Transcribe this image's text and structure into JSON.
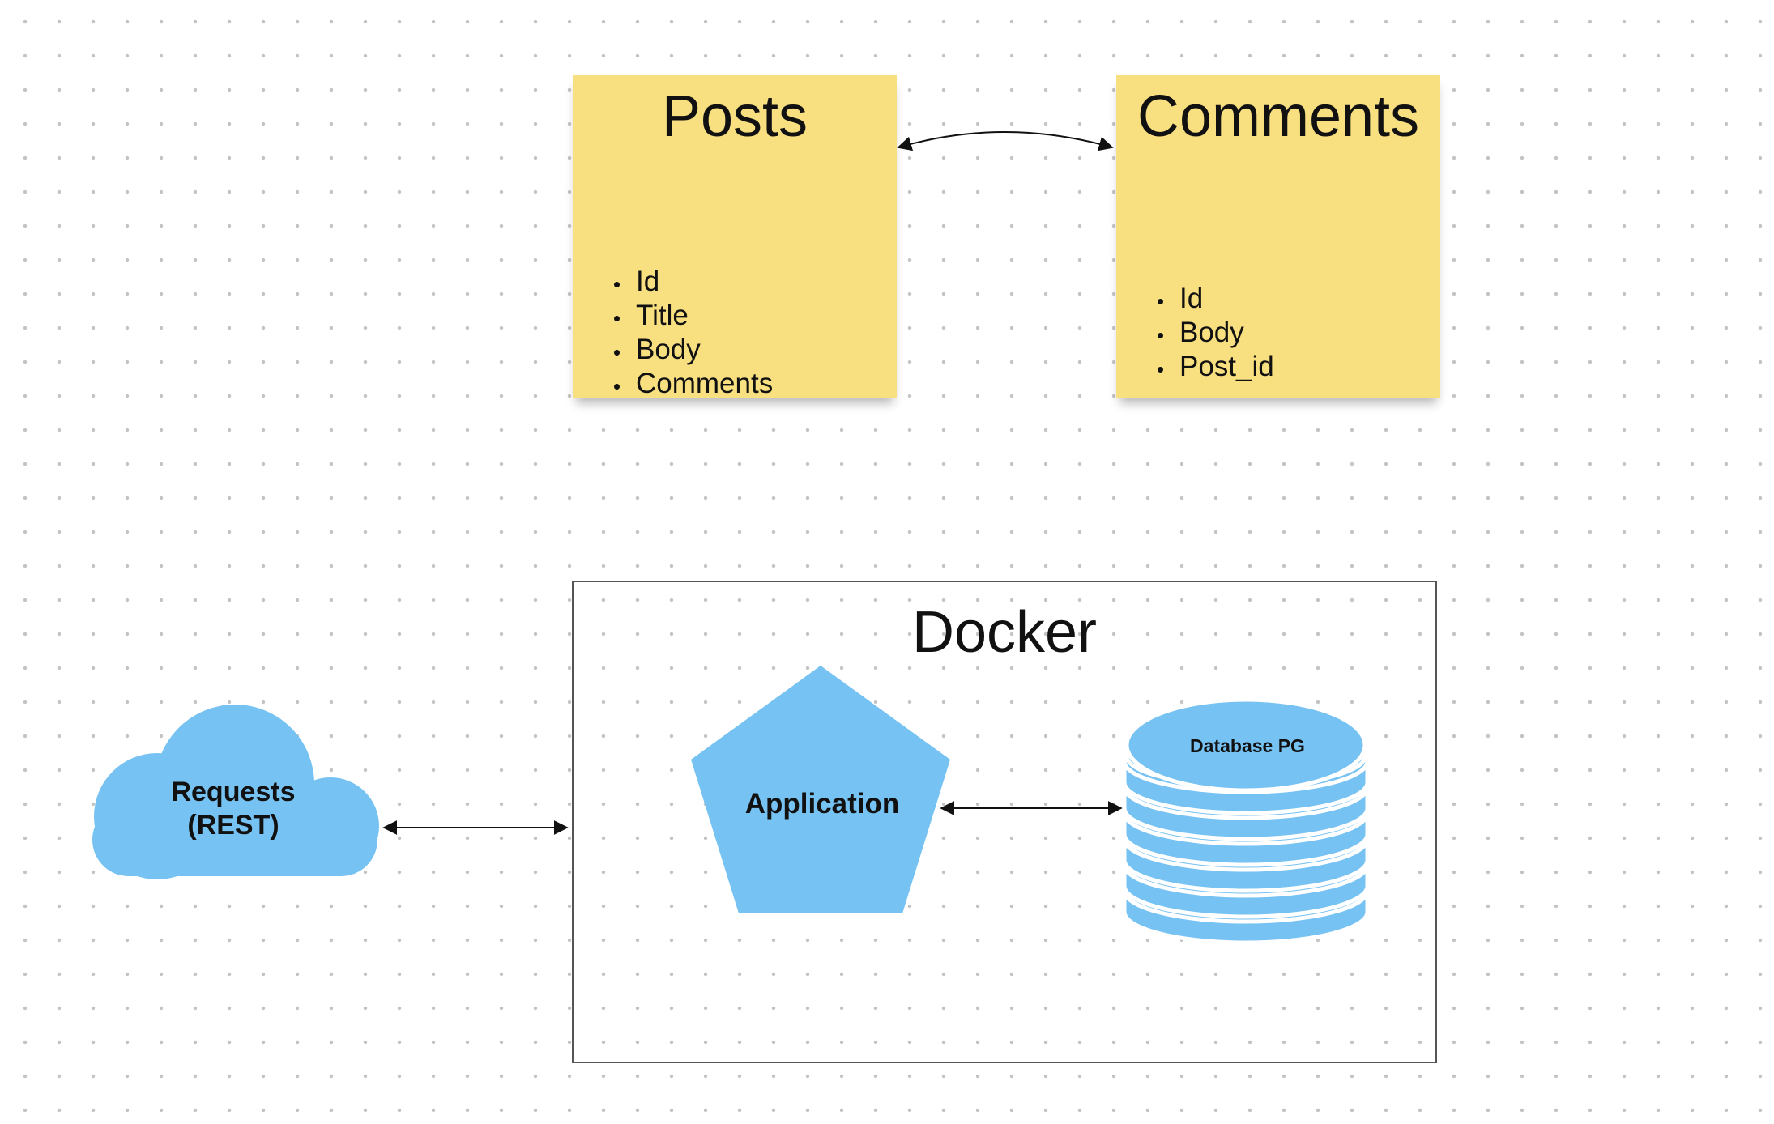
{
  "colors": {
    "sticky_note": "#f8df80",
    "shape_fill": "#76c2f2",
    "connector": "#111111",
    "frame_border": "#555555"
  },
  "notes": {
    "posts": {
      "title": "Posts",
      "fields": [
        "Id",
        "Title",
        "Body",
        "Comments"
      ]
    },
    "comments": {
      "title": "Comments",
      "fields": [
        "Id",
        "Body",
        "Post_id"
      ]
    }
  },
  "frame": {
    "title": "Docker"
  },
  "shapes": {
    "requests": {
      "line1": "Requests",
      "line2": "(REST)",
      "icon": "cloud-icon"
    },
    "application": {
      "label": "Application",
      "icon": "pentagon-shape"
    },
    "database": {
      "label": "Database PG",
      "icon": "database-stack-icon"
    }
  },
  "connectors": [
    {
      "from": "posts",
      "to": "comments",
      "style": "double-arrow-curved"
    },
    {
      "from": "requests",
      "to": "docker",
      "style": "double-arrow"
    },
    {
      "from": "application",
      "to": "database",
      "style": "double-arrow"
    }
  ]
}
